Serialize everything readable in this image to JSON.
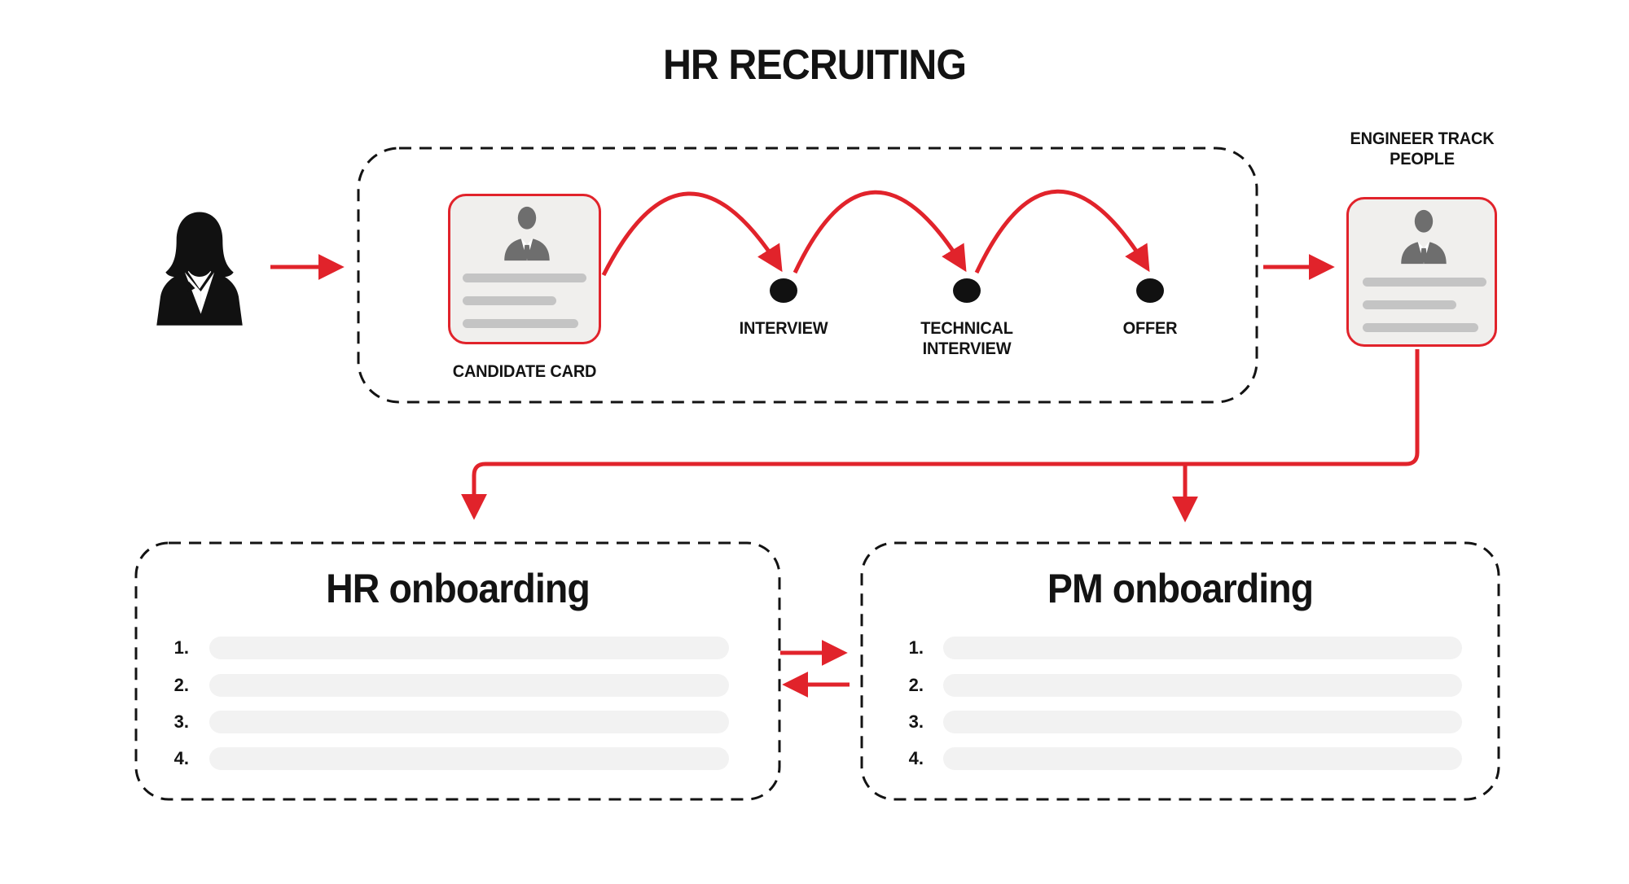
{
  "title": "HR RECRUITING",
  "colors": {
    "accent_red": "#E1232B",
    "text_black": "#131313",
    "card_background": "#F0EFED",
    "card_bar_gray": "#C4C4C4",
    "person_icon_gray": "#6E6E6E",
    "placeholder_bar_gray": "#F2F2F2"
  },
  "icons": {
    "actor": "businesswoman-silhouette-icon",
    "card_person": "businessman-avatar-icon"
  },
  "flow": {
    "candidate_card_label": "CANDIDATE CARD",
    "steps": [
      {
        "label": "INTERVIEW"
      },
      {
        "label": "TECHNICAL INTERVIEW"
      },
      {
        "label": "OFFER"
      }
    ],
    "engineer_card_label": "ENGINEER TRACK PEOPLE"
  },
  "onboarding": [
    {
      "title": "HR onboarding",
      "items": [
        {
          "number": "1."
        },
        {
          "number": "2."
        },
        {
          "number": "3."
        },
        {
          "number": "4."
        }
      ]
    },
    {
      "title": "PM onboarding",
      "items": [
        {
          "number": "1."
        },
        {
          "number": "2."
        },
        {
          "number": "3."
        },
        {
          "number": "4."
        }
      ]
    }
  ]
}
